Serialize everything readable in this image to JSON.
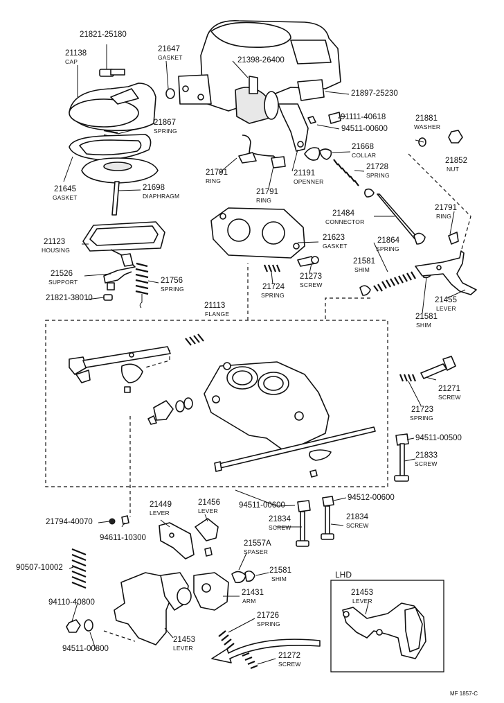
{
  "figure_code": "MF 1857-C",
  "lhd_box": {
    "title": "LHD"
  },
  "parts": [
    {
      "pn": "21821-25180",
      "name": ""
    },
    {
      "pn": "21138",
      "name": "CAP"
    },
    {
      "pn": "21647",
      "name": "GASKET"
    },
    {
      "pn": "21398-26400",
      "name": ""
    },
    {
      "pn": "21897-25230",
      "name": ""
    },
    {
      "pn": "91111-40618",
      "name": ""
    },
    {
      "pn": "21881",
      "name": "WASHER"
    },
    {
      "pn": "94511-00600",
      "name": ""
    },
    {
      "pn": "21867",
      "name": "SPRING"
    },
    {
      "pn": "21668",
      "name": "COLLAR"
    },
    {
      "pn": "21852",
      "name": "NUT"
    },
    {
      "pn": "21728",
      "name": "SPRING"
    },
    {
      "pn": "21791",
      "name": "RING"
    },
    {
      "pn": "21191",
      "name": "OPENNER"
    },
    {
      "pn": "21645",
      "name": "GASKET"
    },
    {
      "pn": "21698",
      "name": "DIAPHRAGM"
    },
    {
      "pn": "21791",
      "name": "RING"
    },
    {
      "pn": "21484",
      "name": "CONNECTOR"
    },
    {
      "pn": "21791",
      "name": "RING"
    },
    {
      "pn": "21623",
      "name": "GASKET"
    },
    {
      "pn": "21123",
      "name": "HOUSING"
    },
    {
      "pn": "21864",
      "name": "SPRING"
    },
    {
      "pn": "21581",
      "name": "SHIM"
    },
    {
      "pn": "21526",
      "name": "SUPPORT"
    },
    {
      "pn": "21756",
      "name": "SPRING"
    },
    {
      "pn": "21724",
      "name": "SPRING"
    },
    {
      "pn": "21273",
      "name": "SCREW"
    },
    {
      "pn": "21821-38010",
      "name": ""
    },
    {
      "pn": "21455",
      "name": "LEVER"
    },
    {
      "pn": "21113",
      "name": "FLANGE"
    },
    {
      "pn": "21581",
      "name": "SHIM"
    },
    {
      "pn": "21271",
      "name": "SCREW"
    },
    {
      "pn": "21723",
      "name": "SPRING"
    },
    {
      "pn": "94511-00500",
      "name": ""
    },
    {
      "pn": "21833",
      "name": "SCREW"
    },
    {
      "pn": "94511-00600",
      "name": ""
    },
    {
      "pn": "94512-00600",
      "name": ""
    },
    {
      "pn": "21449",
      "name": "LEVER"
    },
    {
      "pn": "21456",
      "name": "LEVER"
    },
    {
      "pn": "21834",
      "name": "SCREW"
    },
    {
      "pn": "21834",
      "name": "SCREW"
    },
    {
      "pn": "21794-40070",
      "name": ""
    },
    {
      "pn": "94611-10300",
      "name": ""
    },
    {
      "pn": "21557A",
      "name": "SPASER"
    },
    {
      "pn": "90507-10002",
      "name": ""
    },
    {
      "pn": "21581",
      "name": "SHIM"
    },
    {
      "pn": "21431",
      "name": "ARM"
    },
    {
      "pn": "94110-40800",
      "name": ""
    },
    {
      "pn": "21726",
      "name": "SPRING"
    },
    {
      "pn": "94511-00800",
      "name": ""
    },
    {
      "pn": "21453",
      "name": "LEVER"
    },
    {
      "pn": "21272",
      "name": "SCREW"
    },
    {
      "pn": "21453",
      "name": "LEVER"
    }
  ]
}
